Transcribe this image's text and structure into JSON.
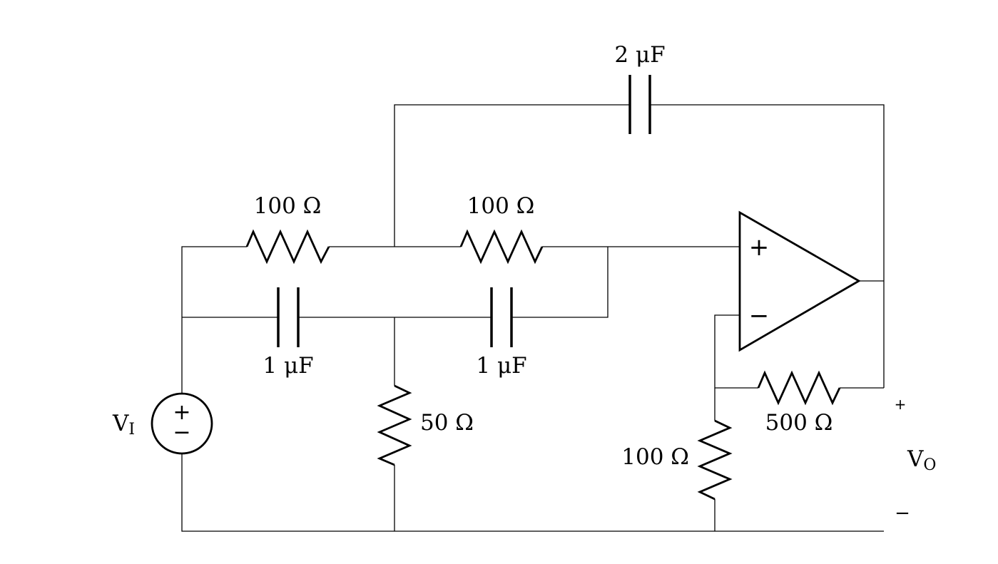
{
  "components": {
    "cap_top": {
      "value": "2 μF"
    },
    "r_in_1": {
      "value": "100 Ω"
    },
    "r_in_2": {
      "value": "100 Ω"
    },
    "cap_1": {
      "value": "1 μF"
    },
    "cap_2": {
      "value": "1 μF"
    },
    "r_shunt": {
      "value": "50 Ω"
    },
    "r_feedback": {
      "value": "500 Ω"
    },
    "r_ground": {
      "value": "100 Ω"
    }
  },
  "source": {
    "label": "V",
    "subscript": "I",
    "plus": "+",
    "minus": "−"
  },
  "opamp": {
    "plus": "+",
    "minus": "−"
  },
  "output": {
    "label": "V",
    "subscript": "O",
    "plus": "+",
    "minus": "−"
  }
}
